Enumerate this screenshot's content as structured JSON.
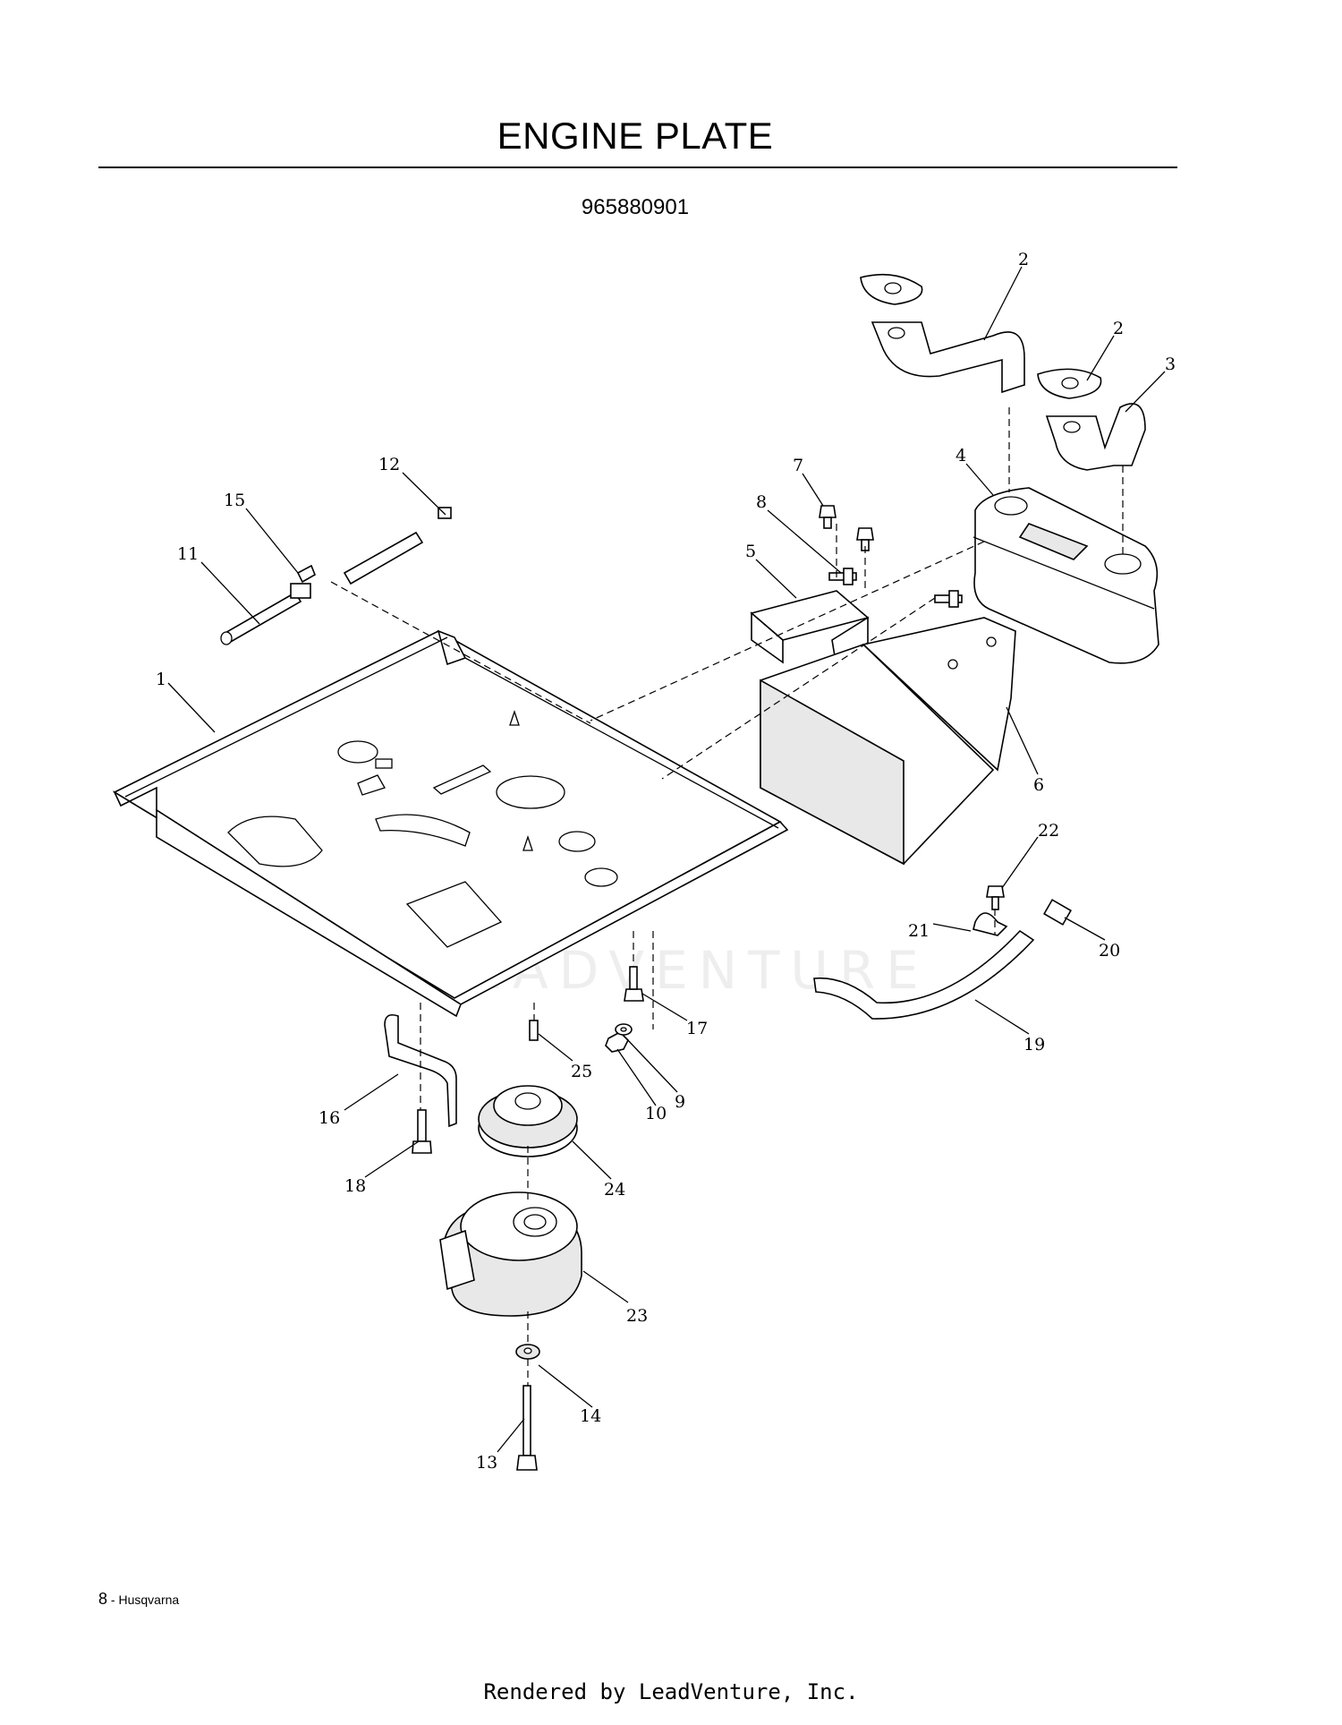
{
  "page": {
    "title": "ENGINE PLATE",
    "part_number": "965880901",
    "page_number": "8",
    "brand": "Husqvarna",
    "footer_sep": " - ",
    "rendered_by": "Rendered by LeadVenture, Inc.",
    "watermark": "LEADVENTURE"
  },
  "callouts": {
    "c1": "1",
    "c2a": "2",
    "c2b": "2",
    "c3": "3",
    "c4": "4",
    "c5": "5",
    "c6": "6",
    "c7": "7",
    "c8": "8",
    "c9": "9",
    "c10": "10",
    "c11": "11",
    "c12": "12",
    "c13": "13",
    "c14": "14",
    "c15": "15",
    "c16": "16",
    "c17": "17",
    "c18": "18",
    "c19": "19",
    "c20": "20",
    "c21": "21",
    "c22": "22",
    "c23": "23",
    "c24": "24",
    "c25": "25"
  }
}
